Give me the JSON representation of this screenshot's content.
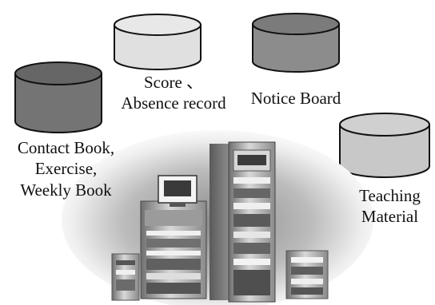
{
  "diagram": {
    "databases": [
      {
        "id": "score",
        "label": "Score 、\nAbsence record",
        "fill": "#e0e0e0"
      },
      {
        "id": "notice",
        "label": "Notice Board",
        "fill": "#8c8c8c"
      },
      {
        "id": "contact",
        "label": "Contact Book,\nExercise,\nWeekly Book",
        "fill": "#747474"
      },
      {
        "id": "teaching",
        "label": "Teaching\nMaterial",
        "fill": "#c8c8c8"
      }
    ],
    "server_image": {
      "icon": "server-rack-icon"
    }
  }
}
